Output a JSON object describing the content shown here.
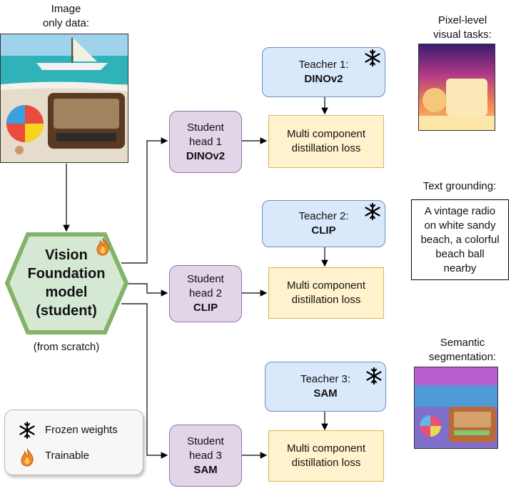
{
  "input": {
    "label": "Image\nonly data:"
  },
  "model": {
    "title": "Vision\nFoundation\nmodel\n(student)",
    "subtitle": "(from scratch)"
  },
  "branches": [
    {
      "teacher_prefix": "Teacher 1:",
      "teacher_name": "DINOv2",
      "student_prefix": "Student\nhead 1",
      "student_name": "DINOv2",
      "loss": "Multi component\ndistillation loss"
    },
    {
      "teacher_prefix": "Teacher 2:",
      "teacher_name": "CLIP",
      "student_prefix": "Student\nhead 2",
      "student_name": "CLIP",
      "loss": "Multi component\ndistillation loss"
    },
    {
      "teacher_prefix": "Teacher 3:",
      "teacher_name": "SAM",
      "student_prefix": "Student\nhead 3",
      "student_name": "SAM",
      "loss": "Multi component\ndistillation loss"
    }
  ],
  "outputs": {
    "pixel": {
      "label": "Pixel-level\nvisual tasks:"
    },
    "text": {
      "label": "Text grounding:",
      "caption": "A vintage radio\non white sandy\nbeach, a colorful\nbeach ball\nnearby"
    },
    "segmentation": {
      "label": "Semantic\nsegmentation:"
    }
  },
  "legend": {
    "frozen": "Frozen weights",
    "trainable": "Trainable"
  },
  "icons": {
    "frozen": "snowflake-icon",
    "trainable": "flame-icon"
  },
  "colors": {
    "teacher": "#dae8fc",
    "student": "#e1d5e7",
    "loss": "#fff2cc",
    "model_fill": "#d5e8d4",
    "model_border": "#82b366"
  }
}
